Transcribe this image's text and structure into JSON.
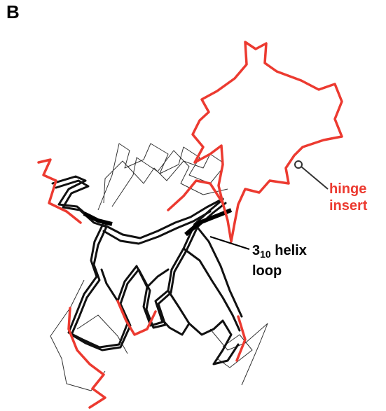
{
  "figure": {
    "panel_letter": "B",
    "colors": {
      "background": "#ffffff",
      "backbone_ensemble": "#111111",
      "hinge_structure": "#ec3a30",
      "label_hinge": "#ec3a30",
      "label_helix": "#000000"
    },
    "annotations": {
      "hinge_insert": {
        "line1": "hinge",
        "line2": "insert"
      },
      "helix_loop": {
        "prefix": "3",
        "subscript": "10",
        "suffix": " helix",
        "line2": "loop"
      }
    }
  }
}
